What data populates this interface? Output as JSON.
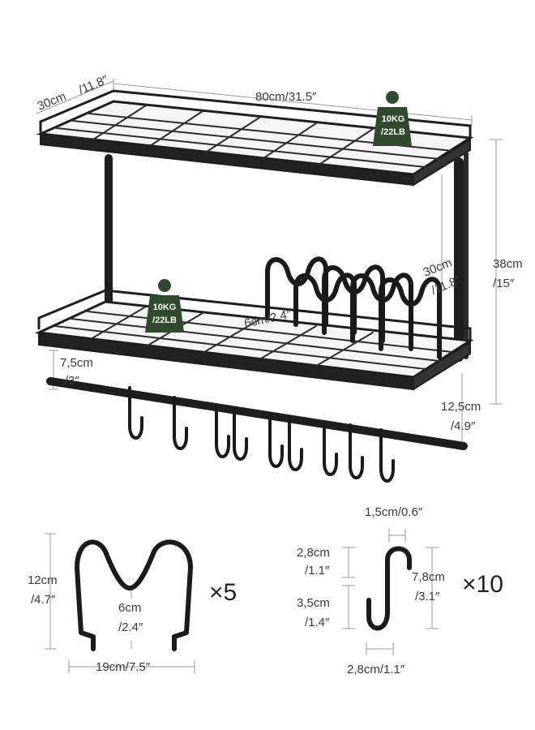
{
  "rack": {
    "width_label": "80cm/31.5″",
    "depth_label_a": "30cm",
    "depth_label_b": "/11.8″",
    "height_label_a": "38cm",
    "height_label_b": "/15″",
    "tier_gap_label_a": "30cm",
    "tier_gap_label_b": "/11.8″",
    "divider_gap_label": "6cm/2.4″",
    "bar_gap_label_a": "7,5cm",
    "bar_gap_label_b": "/3″",
    "bar_drop_label_a": "12,5cm",
    "bar_drop_label_b": "/4.9″",
    "top_load_a": "10KG",
    "top_load_b": "/22LB",
    "bottom_load_a": "10KG",
    "bottom_load_b": "/22LB",
    "badge_color": "#2f4a2c"
  },
  "divider": {
    "height_label_a": "12cm",
    "height_label_b": "/4.7″",
    "inner_label_a": "6cm",
    "inner_label_b": "/2.4″",
    "width_label": "19cm/7.5″",
    "quantity": "×5"
  },
  "hook": {
    "wire_label": "1,5cm/0.6″",
    "top_label_a": "2,8cm",
    "top_label_b": "/1.1″",
    "bottom_label_a": "3,5cm",
    "bottom_label_b": "/1.4″",
    "height_label_a": "7,8cm",
    "height_label_b": "/3.1″",
    "width_label": "2,8cm/1.1″",
    "quantity": "×10"
  }
}
